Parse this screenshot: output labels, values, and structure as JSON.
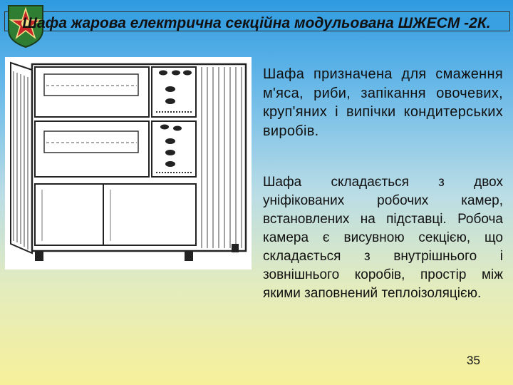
{
  "slide": {
    "title": "Шафа жарова електрична секційна модульована ШЖЕСМ -2К.",
    "paragraph1": "Шафа призначена для смаження м'яса, риби, запікання овочевих, круп'яних і випічки кондитерських виробів.",
    "paragraph2": "Шафа складається з двох уніфікованих робочих камер, встановлених на підставці. Робоча камера є висувною секцією, що складається з внутрішнього і зовнішнього коробів, простір між якими заповнений теплоізоляцією.",
    "page_number": "35"
  },
  "colors": {
    "title_bar": "#39a0e2",
    "logo_shield": "#2e7d32",
    "logo_cross": "#c62828"
  },
  "icons": {
    "logo": "military-emblem-icon",
    "illustration": "oven-cabinet-drawing"
  }
}
